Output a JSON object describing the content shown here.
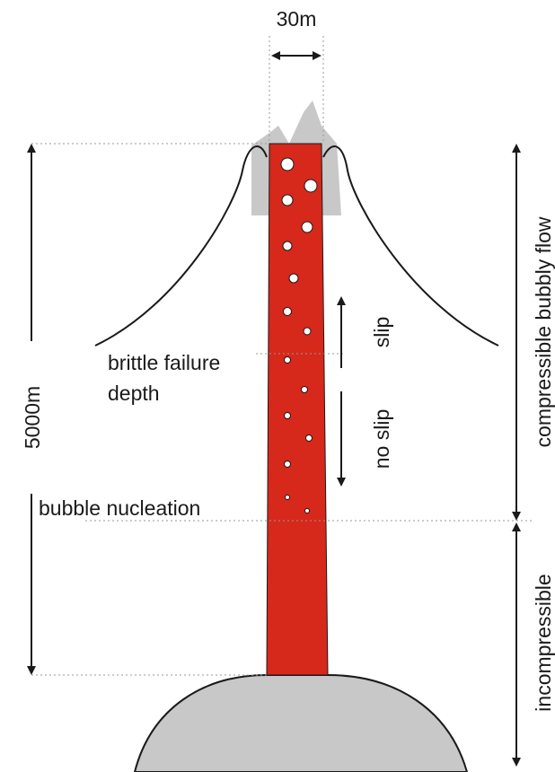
{
  "labels": {
    "width": "30m",
    "depth_total": "5000m",
    "brittle_failure_line1": "brittle failure",
    "brittle_failure_line2": "depth",
    "bubble_nucleation": "bubble nucleation",
    "slip": "slip",
    "no_slip": "no slip",
    "compressible_bubbly_flow": "compressible bubbly flow",
    "incompressible": "incompressible"
  },
  "colors": {
    "magma": "#d6281b",
    "rock": "#c8c8c8",
    "outline": "#1a1a1a",
    "bubble": "#ffffff"
  }
}
